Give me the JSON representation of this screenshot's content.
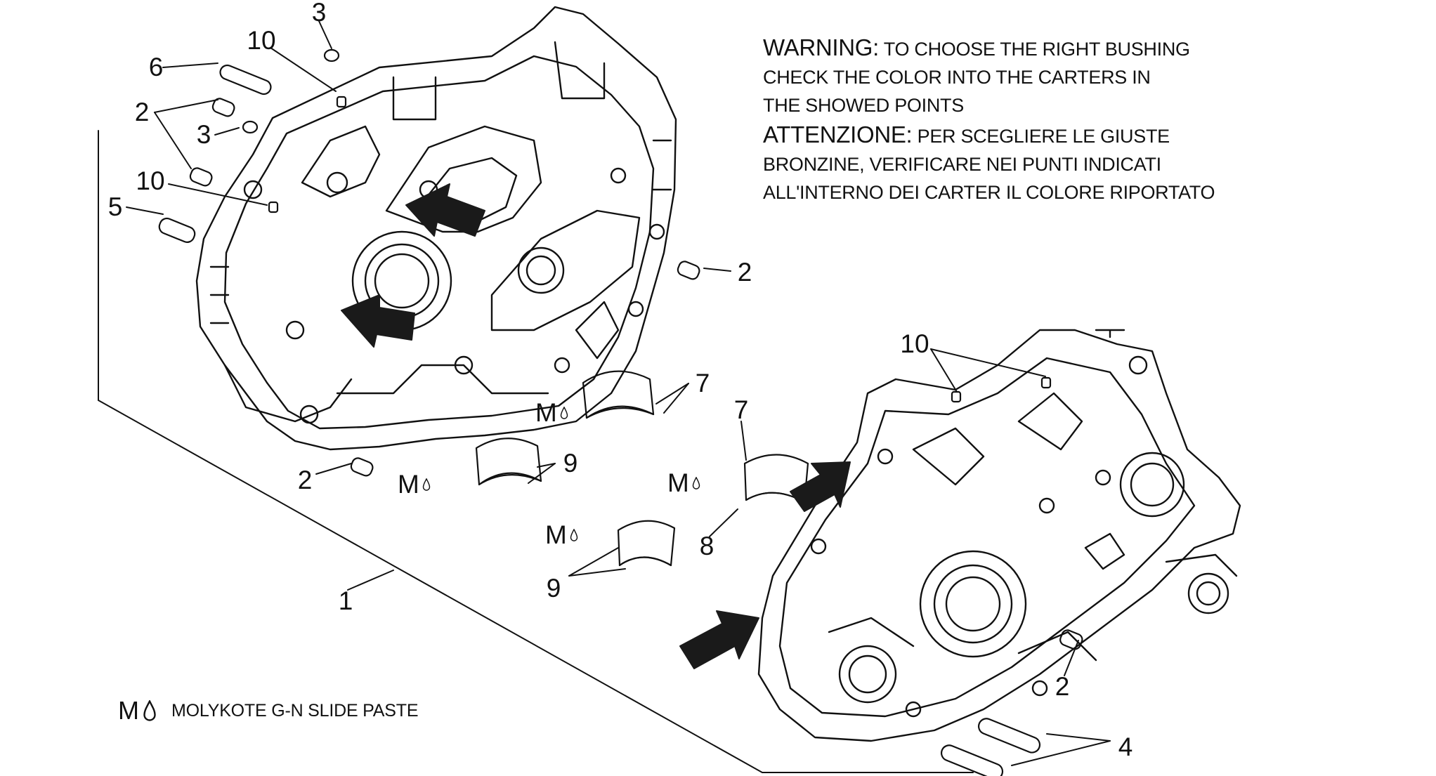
{
  "notes": {
    "warning": {
      "lead": "WARNING:",
      "lines": [
        "TO CHOOSE THE RIGHT BUSHING",
        "CHECK THE COLOR INTO THE CARTERS IN",
        "THE SHOWED POINTS"
      ]
    },
    "attenzione": {
      "lead": "ATTENZIONE:",
      "lines": [
        "PER SCEGLIERE LE GIUSTE",
        "BRONZINE, VERIFICARE NEI PUNTI INDICATI",
        "ALL'INTERNO DEI CARTER IL COLORE RIPORTATO"
      ]
    }
  },
  "legend": {
    "symbol": "M",
    "icon": "drop-icon",
    "text": "MOLYKOTE G-N SLIDE PASTE"
  },
  "callouts": [
    "3",
    "10",
    "6",
    "2",
    "3",
    "10",
    "5",
    "2",
    "7",
    "9",
    "2",
    "1",
    "10",
    "7",
    "8",
    "9",
    "2",
    "4"
  ],
  "lube_marks": [
    "M",
    "M",
    "M",
    "M"
  ],
  "colors": {
    "ink": "#111111",
    "arrow": "#1a1a1a"
  }
}
